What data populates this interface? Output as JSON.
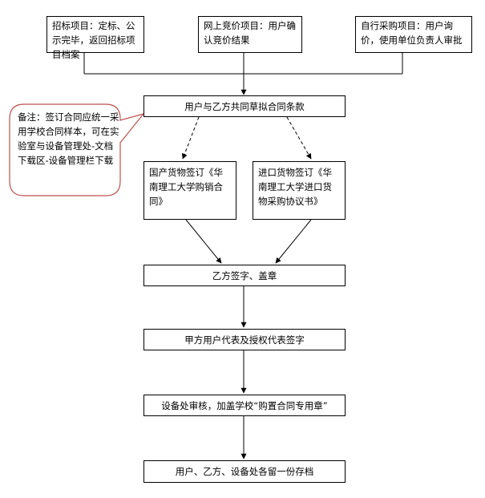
{
  "diagram": {
    "boxes": {
      "tender": "招标项目：定标、公示完毕，返回招标项目档案",
      "online_bid": "网上竞价项目：用户确认竞价结果",
      "self_purchase": "自行采购项目：用户询价，使用单位负责人审批",
      "draft": "用户与乙方共同草拟合同条款",
      "domestic": "国产货物签订《华南理工大学购销合同》",
      "imported": "进口货物签订《华南理工大学进口货物采购协议书》",
      "party_b_sign": "乙方签字、盖章",
      "party_a_sign": "甲方用户代表及授权代表签字",
      "equipment_review": "设备处审核，加盖学校“购置合同专用章”",
      "archive": "用户、乙方、设备处各留一份存档"
    },
    "note": "备注：签订合同应统一采用学校合同样本，可在实验室与设备管理处-文档下载区-设备管理栏下载",
    "colors": {
      "line": "#000000",
      "note_border": "#c0504d",
      "box_border": "#000000"
    }
  }
}
